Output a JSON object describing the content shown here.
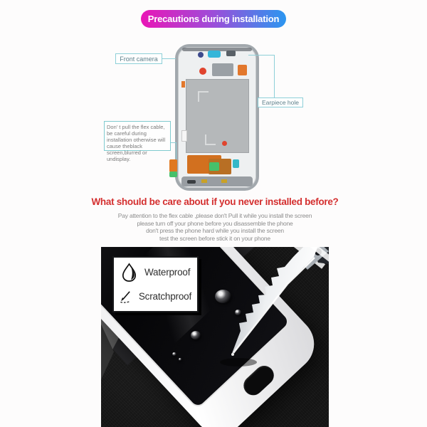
{
  "header": {
    "badge": "Precautions during installation"
  },
  "diagram": {
    "callout_front_camera": "Front camera",
    "callout_earpiece": "Earpiece hole",
    "flex_note": "Don' t pull the flex cable, be careful during installation otherwise will cause theblack screen,blurred or undisplay."
  },
  "advice": {
    "heading": "What should be care about if you never installed before?",
    "lines": [
      "Pay attention to the flex cable ,please don't Pull it while you install the screen",
      "please turn off your phone before you disassemble the phone",
      "don't press the phone hard while you install the screen",
      "test the screen before stick it on your phone"
    ]
  },
  "features": [
    {
      "icon": "water-drop-icon",
      "label": "Waterproof"
    },
    {
      "icon": "scratch-icon",
      "label": "Scratchproof"
    }
  ],
  "colors": {
    "badge_gradient_start": "#e916b6",
    "badge_gradient_end": "#2b96f0",
    "callout_border": "#8ecfd8",
    "heading_red": "#d42f2f",
    "body_text_gray": "#8d8d8d",
    "photo_background": "#141414"
  }
}
